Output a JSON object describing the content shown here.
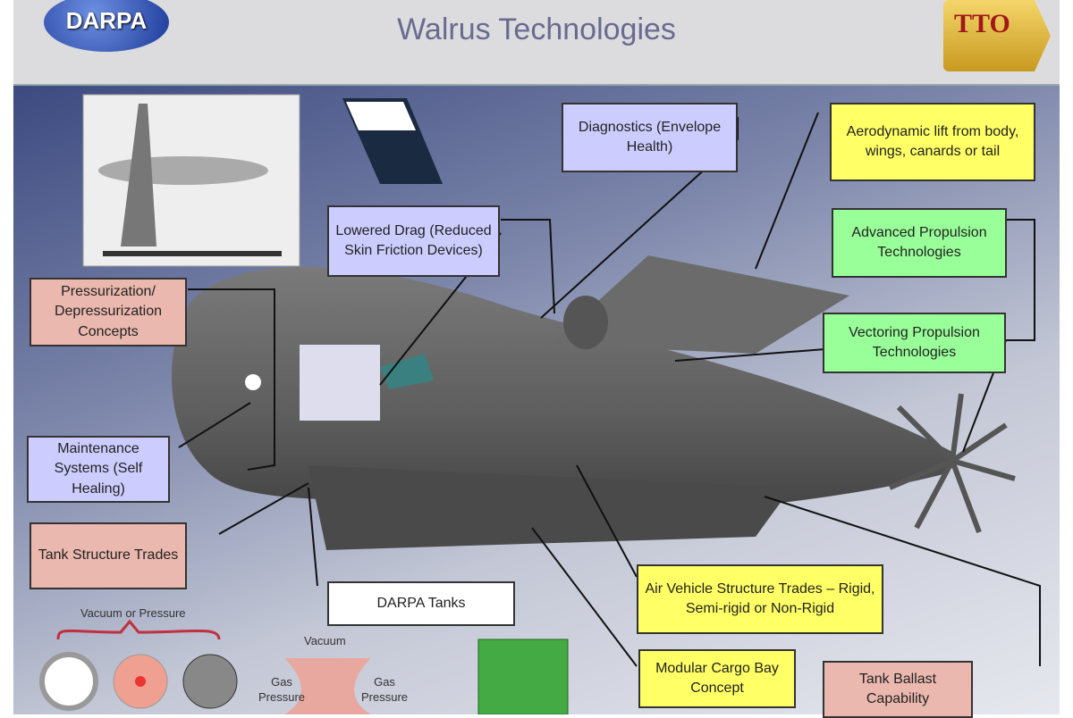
{
  "header": {
    "title": "Walrus Technologies",
    "logo_left": "DARPA",
    "logo_right": "TTO"
  },
  "callouts": {
    "diagnostics": "Diagnostics (Envelope Health)",
    "aero_lift": "Aerodynamic lift from body, wings, canards or tail",
    "lowered_drag": "Lowered Drag (Reduced Skin Friction Devices)",
    "advanced_propulsion": "Advanced Propulsion Technologies",
    "pressurization": "Pressurization/ Depressurization Concepts",
    "vectoring": "Vectoring Propulsion Technologies",
    "maintenance": "Maintenance Systems (Self Healing)",
    "tank_structure": "Tank Structure Trades",
    "air_vehicle": "Air Vehicle Structure Trades – Rigid, Semi-rigid or Non-Rigid",
    "darpa_tanks": "DARPA Tanks",
    "modular_cargo": "Modular Cargo Bay Concept",
    "tank_ballast": "Tank Ballast Capability"
  },
  "tank_diagram": {
    "vacuum_or_pressure": "Vacuum or Pressure",
    "vacuum": "Vacuum",
    "gas_pressure_left": "Gas Pressure",
    "gas_pressure_right": "Gas Pressure"
  }
}
